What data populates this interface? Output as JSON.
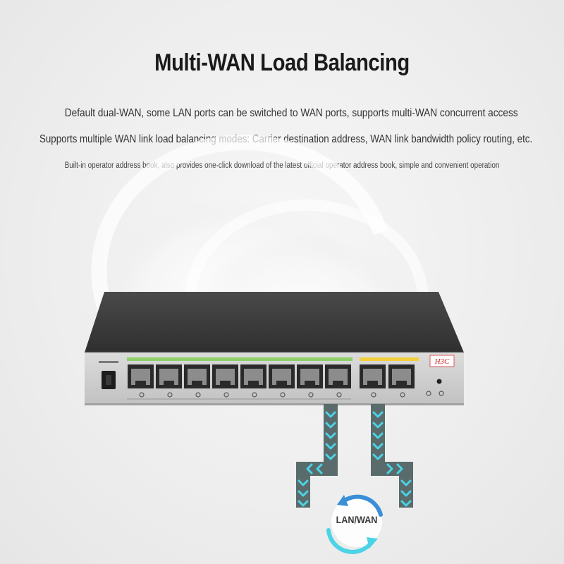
{
  "header": {
    "title": "Multi-WAN Load Balancing"
  },
  "features": [
    "Default dual-WAN, some LAN ports can be switched to WAN ports, supports multi-WAN concurrent access",
    "Supports multiple WAN link load balancing modes: Carrier destination address, WAN link bandwidth policy routing, etc.",
    "Built-in operator address book, also provides one-click download of the latest official operator address book, simple and convenient operation"
  ],
  "device": {
    "brand": "H3C",
    "lan_port_count": 8,
    "wan_port_count": 2
  },
  "diagram": {
    "badge_label": "LAN/WAN",
    "arrow_color": "#4bd3e6",
    "path_color": "#5a6b6b",
    "cycle_color": "#3b8fd8"
  }
}
